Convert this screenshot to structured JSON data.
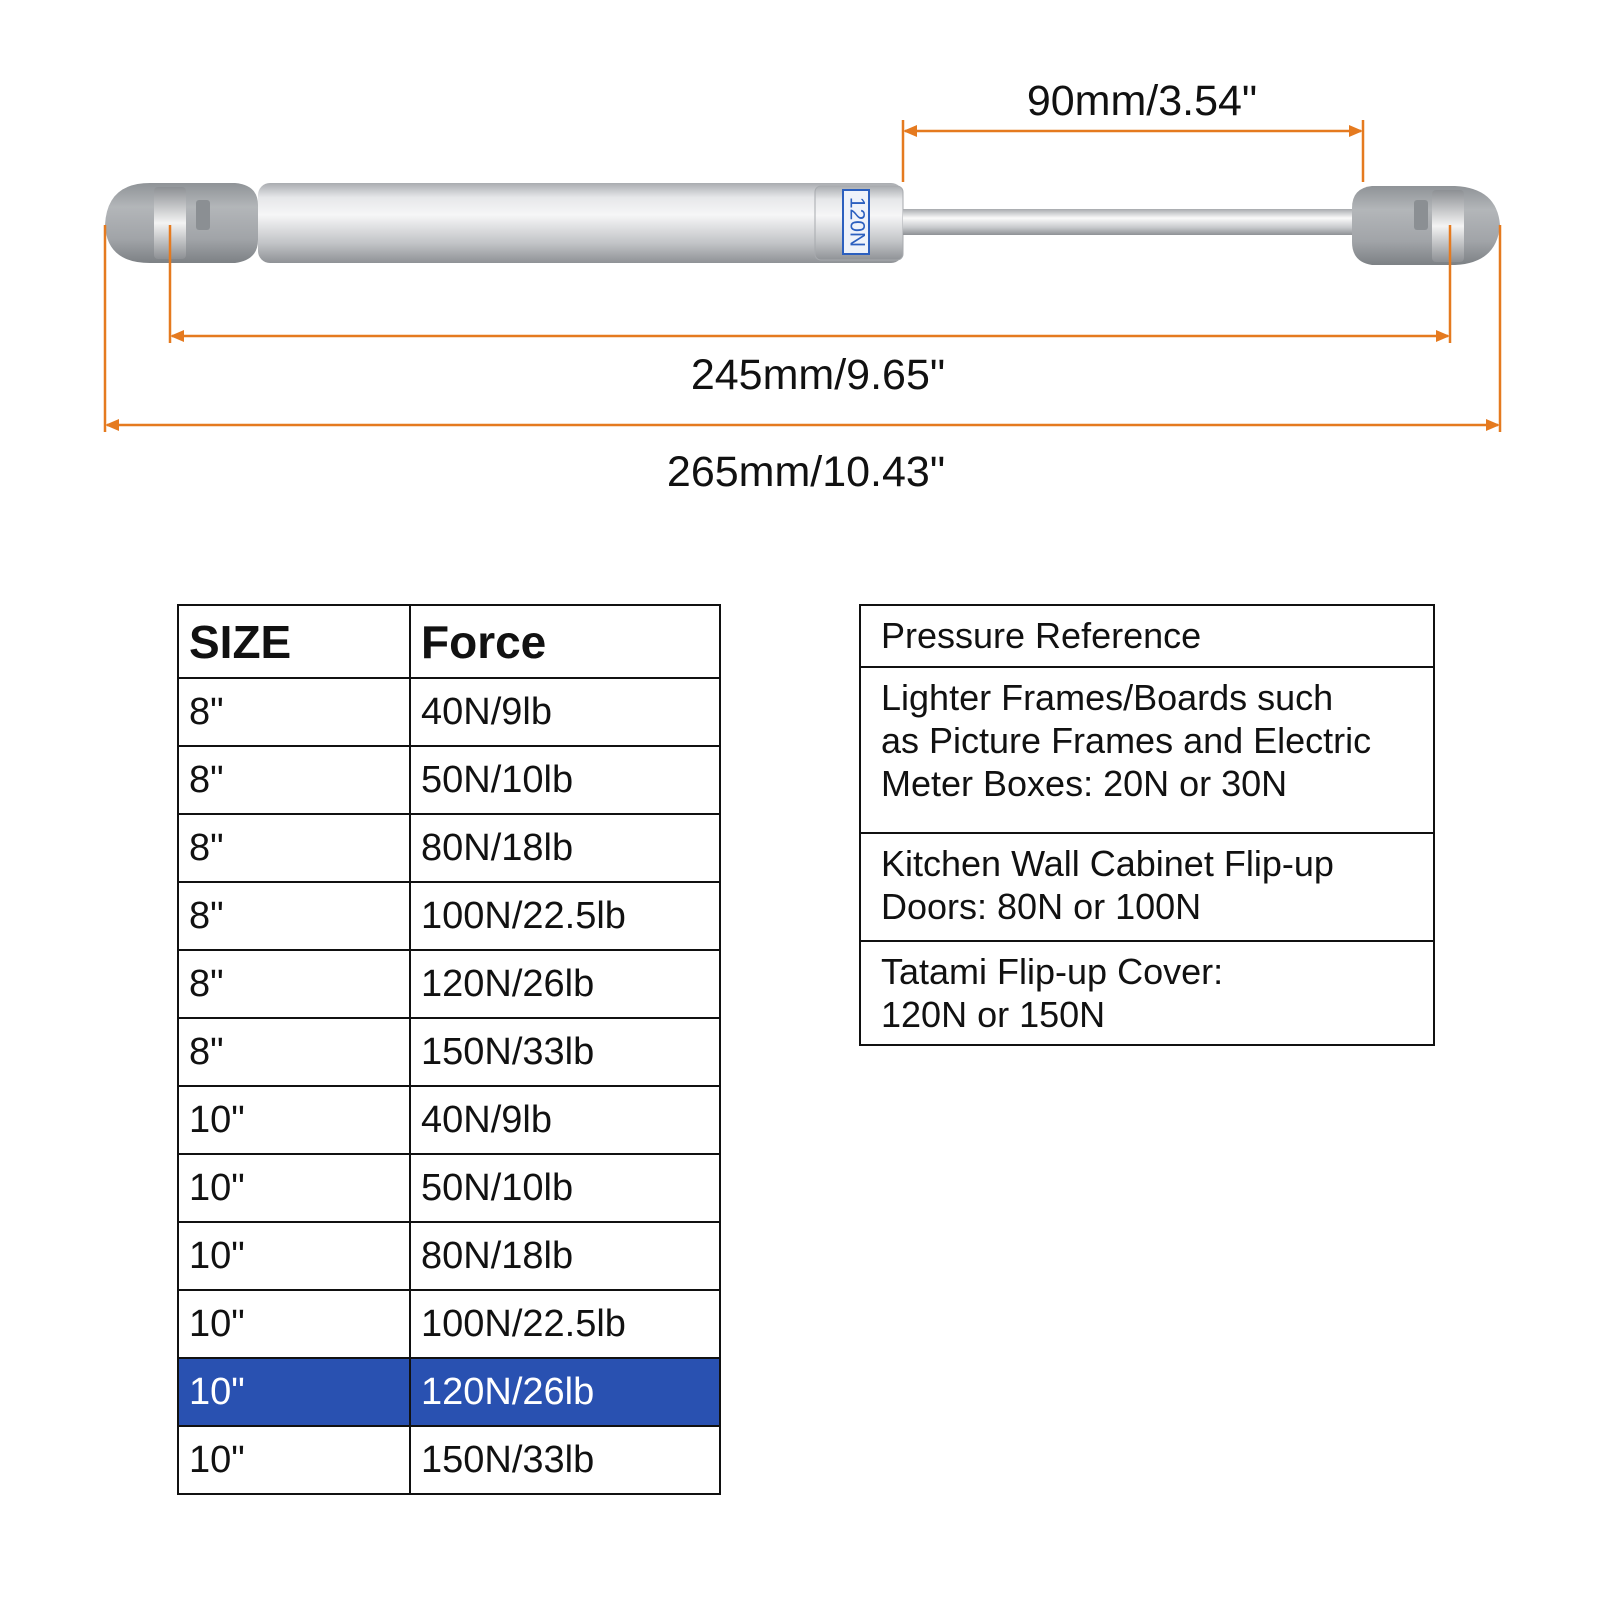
{
  "colors": {
    "dimension_line": "#e57a1f",
    "highlight_row": "#2951b1",
    "strut_body": "#c9cbce",
    "end_cap": "#9ea2a6",
    "rod": "#d8dadd",
    "marking": "#2b5fbf"
  },
  "diagram": {
    "stroke_dimension": "90mm/3.54\"",
    "center_dimension": "245mm/9.65\"",
    "overall_dimension": "265mm/10.43\"",
    "cylinder_marking": "120N"
  },
  "size_force_table": {
    "headers": {
      "size": "SIZE",
      "force": "Force"
    },
    "rows": [
      {
        "size": "8\"",
        "force": "40N/9lb"
      },
      {
        "size": "8\"",
        "force": "50N/10lb"
      },
      {
        "size": "8\"",
        "force": "80N/18lb"
      },
      {
        "size": "8\"",
        "force": "100N/22.5lb"
      },
      {
        "size": "8\"",
        "force": "120N/26lb"
      },
      {
        "size": "8\"",
        "force": "150N/33lb"
      },
      {
        "size": "10\"",
        "force": "40N/9lb"
      },
      {
        "size": "10\"",
        "force": "50N/10lb"
      },
      {
        "size": "10\"",
        "force": "80N/18lb"
      },
      {
        "size": "10\"",
        "force": "100N/22.5lb"
      },
      {
        "size": "10\"",
        "force": "120N/26lb"
      },
      {
        "size": "10\"",
        "force": "150N/33lb"
      }
    ],
    "highlighted_row_index": 10
  },
  "pressure_reference": {
    "title": "Pressure Reference",
    "items": [
      {
        "lines": [
          "Lighter Frames/Boards such",
          "as Picture Frames and Electric",
          "Meter Boxes: 20N or 30N"
        ]
      },
      {
        "lines": [
          "Kitchen Wall Cabinet Flip-up",
          "Doors: 80N or 100N"
        ]
      },
      {
        "lines": [
          "Tatami Flip-up Cover:",
          "120N or 150N"
        ]
      }
    ]
  }
}
